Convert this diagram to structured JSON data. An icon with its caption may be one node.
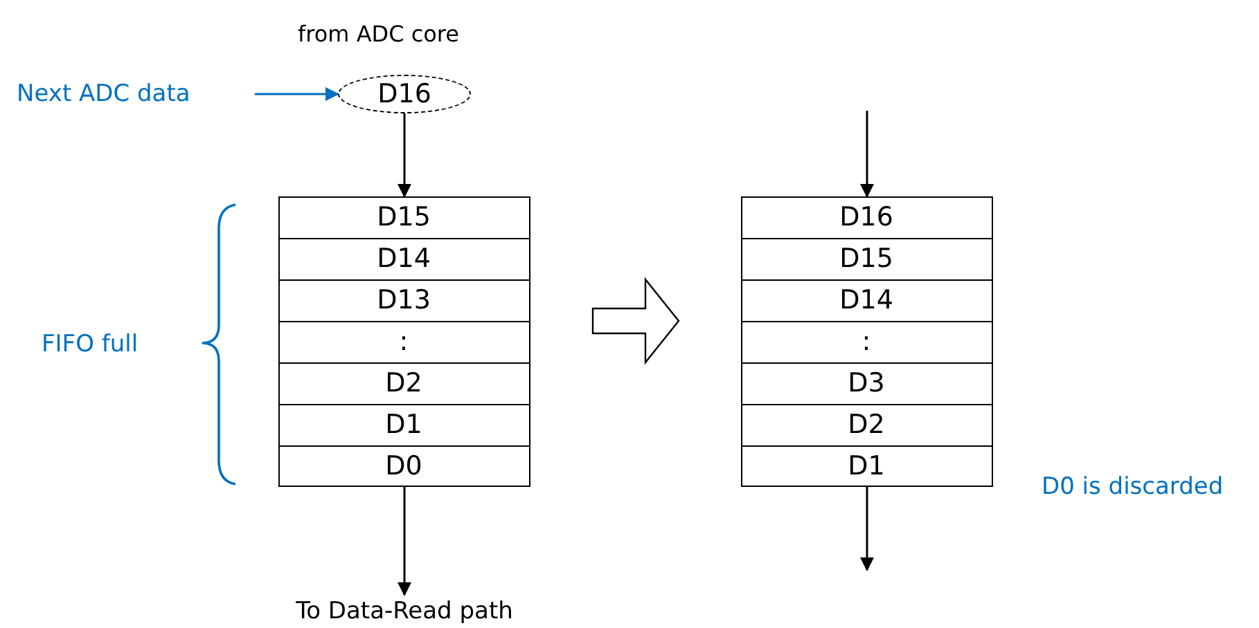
{
  "diagram": {
    "nodes": [
      {
        "text": [
          "Next ADC data"
        ]
      },
      {
        "text": [
          "D16"
        ],
        "beside": [
          "from ADC core"
        ]
      },
      {
        "text": [],
        "shape": "box"
      },
      {
        "text": [
          "D15"
        ],
        "in": 2
      },
      {
        "text": [
          "D14"
        ],
        "in": 2
      },
      {
        "text": [
          "D13"
        ],
        "in": 2
      },
      {
        "text": [
          ":"
        ],
        "in": 2
      },
      {
        "text": [
          "D2"
        ],
        "in": 2
      },
      {
        "text": [
          "D1"
        ],
        "in": 2
      },
      {
        "text": [
          "D0"
        ],
        "in": 2
      },
      {
        "text": [
          "FIFO full"
        ]
      },
      {
        "text": [
          "To Data-Read path"
        ]
      },
      {
        "text": [],
        "shape": "box"
      },
      {
        "text": [
          "D16"
        ],
        "in": 12
      },
      {
        "text": [
          "D15"
        ],
        "in": 12
      },
      {
        "text": [
          "D14"
        ],
        "in": 12
      },
      {
        "text": [
          ":"
        ],
        "in": 12
      },
      {
        "text": [
          "D3"
        ],
        "in": 12
      },
      {
        "text": [
          "D2"
        ],
        "in": 12
      },
      {
        "text": [
          "D1"
        ],
        "in": 12
      }
    ],
    "edges": [
      {
        "from": 0,
        "to": 1,
        "arrow": "to",
        "color": "#0070c0"
      },
      {
        "from": 1,
        "to": 3,
        "arrow": "to"
      },
      {
        "from": 9,
        "to": 11,
        "arrow": "to"
      },
      {
        "from": 2,
        "to": 12,
        "arrow": "to",
        "style": "thick"
      },
      {
        "from": null,
        "to": 13,
        "arrow": "to"
      },
      {
        "from": 19,
        "to": null,
        "arrow": "to"
      }
    ],
    "labels": [
      "D0 is discarded"
    ]
  }
}
